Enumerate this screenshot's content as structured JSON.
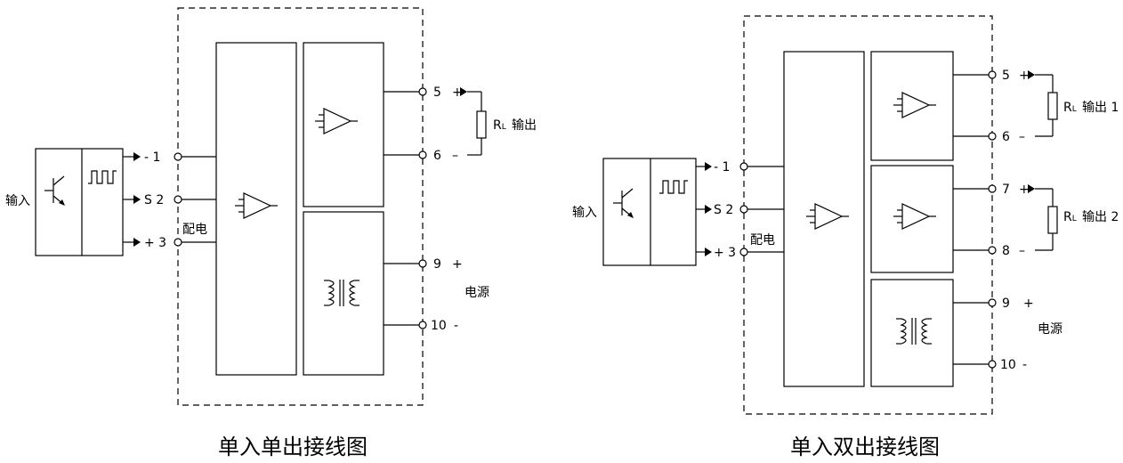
{
  "left": {
    "caption": "单入单出接线图",
    "input_label": "输入",
    "supply_label": "配电",
    "input_terminals": [
      "- 1",
      "S 2",
      "+ 3"
    ],
    "output": {
      "t_plus": "5",
      "t_minus": "6",
      "plus": "+",
      "minus": "–",
      "rl_r": "R",
      "rl_sub": "L",
      "label": "输出"
    },
    "power": {
      "t_plus": "9",
      "t_minus": "10",
      "plus": "+",
      "minus": "-",
      "label": "电源"
    }
  },
  "right": {
    "caption": "单入双出接线图",
    "input_label": "输入",
    "supply_label": "配电",
    "input_terminals": [
      "- 1",
      "S 2",
      "+ 3"
    ],
    "output1": {
      "t_plus": "5",
      "t_minus": "6",
      "plus": "+",
      "minus": "–",
      "rl_r": "R",
      "rl_sub": "L",
      "label": "输出 1"
    },
    "output2": {
      "t_plus": "7",
      "t_minus": "8",
      "plus": "+",
      "minus": "–",
      "rl_r": "R",
      "rl_sub": "L",
      "label": "输出 2"
    },
    "power": {
      "t_plus": "9",
      "t_minus": "10",
      "plus": "+",
      "minus": "-",
      "label": "电源"
    }
  }
}
